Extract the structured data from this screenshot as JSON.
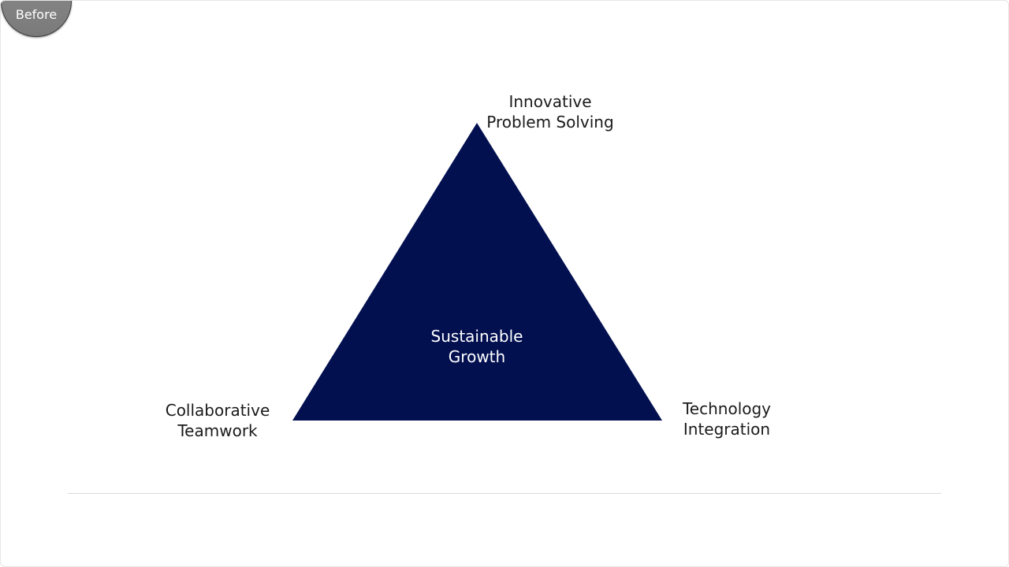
{
  "badge": {
    "label": "Before"
  },
  "diagram": {
    "fill_color": "#021050",
    "center": {
      "line1": "Sustainable",
      "line2": "Growth"
    },
    "top": {
      "line1": "Innovative",
      "line2": "Problem Solving"
    },
    "bottom_left": {
      "line1": "Collaborative",
      "line2": "Teamwork"
    },
    "bottom_right": {
      "line1": "Technology",
      "line2": "Integration"
    }
  }
}
